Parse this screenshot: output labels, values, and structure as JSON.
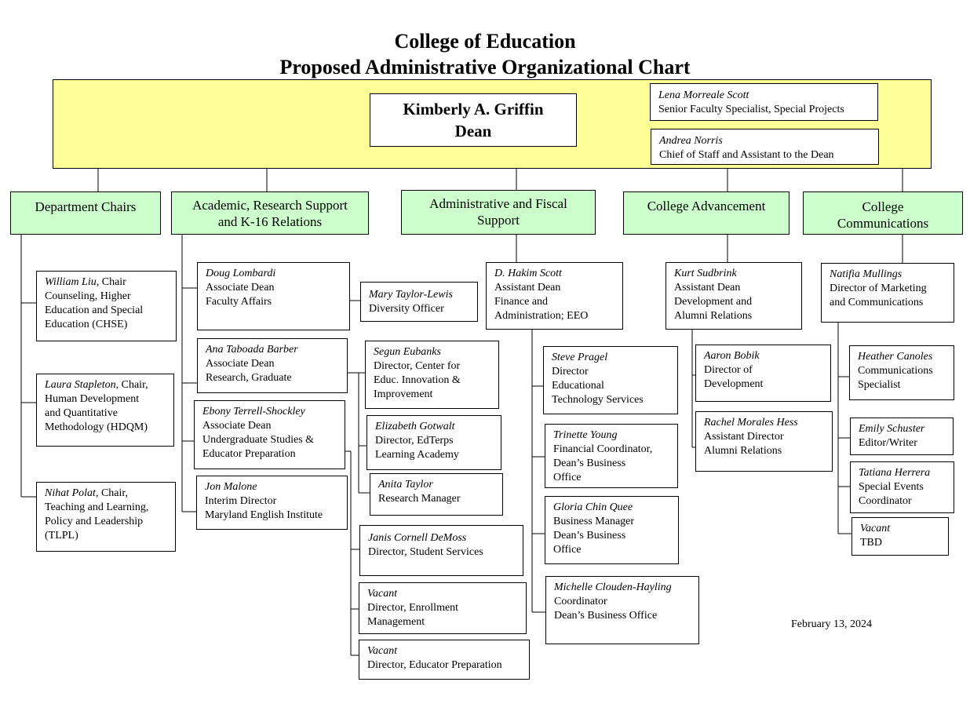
{
  "title": {
    "line1": "College of Education",
    "line2": "Proposed Administrative Organizational Chart"
  },
  "dean": {
    "name": "Kimberly A. Griffin",
    "title": "Dean"
  },
  "dean_staff": [
    {
      "name": "Lena Morreale Scott",
      "lines": [
        "Senior Faculty Specialist, Special Projects"
      ]
    },
    {
      "name": "Andrea Norris",
      "lines": [
        "Chief of Staff and Assistant to the Dean"
      ]
    }
  ],
  "categories": [
    {
      "label": "Department Chairs"
    },
    {
      "label": "Academic, Research Support and K-16 Relations"
    },
    {
      "label": "Administrative and Fiscal Support"
    },
    {
      "label": "College Advancement"
    },
    {
      "label": "College Communications"
    }
  ],
  "department_chairs": [
    {
      "name": "William Liu,",
      "lines": [
        "Chair",
        "Counseling, Higher",
        "Education and Special",
        "Education (CHSE)"
      ]
    },
    {
      "name": "Laura Stapleton,",
      "lines": [
        "Chair,",
        "Human Development",
        "and Quantitative",
        "Methodology (HDQM)"
      ]
    },
    {
      "name": "Nihat Polat,",
      "lines": [
        "Chair,",
        "Teaching and Learning,",
        "Policy and Leadership",
        "(TLPL)"
      ]
    }
  ],
  "academic": {
    "associate_deans": [
      {
        "name": "Doug Lombardi",
        "lines": [
          "Associate Dean",
          "Faculty Affairs"
        ]
      },
      {
        "name": "Ana Taboada Barber",
        "lines": [
          "Associate Dean",
          "Research, Graduate"
        ]
      },
      {
        "name": "Ebony Terrell-Shockley",
        "lines": [
          "Associate Dean",
          "Undergraduate Studies &",
          "Educator Preparation"
        ]
      },
      {
        "name": "Jon Malone",
        "lines": [
          "Interim Director",
          "Maryland English Institute"
        ]
      }
    ],
    "faculty_affairs_staff": [
      {
        "name": "Mary Taylor-Lewis",
        "lines": [
          "Diversity Officer"
        ]
      }
    ],
    "research_staff": [
      {
        "name": "Segun Eubanks",
        "lines": [
          "Director, Center for",
          "Educ. Innovation &",
          "Improvement"
        ]
      },
      {
        "name": "Elizabeth Gotwalt",
        "lines": [
          "Director, EdTerps",
          "Learning Academy"
        ]
      },
      {
        "name": "Anita Taylor",
        "lines": [
          "Research Manager"
        ]
      }
    ],
    "undergrad_staff": [
      {
        "name": "Janis Cornell DeMoss",
        "lines": [
          "Director, Student Services"
        ]
      },
      {
        "name": "Vacant",
        "lines": [
          "Director, Enrollment",
          "Management"
        ]
      },
      {
        "name": "Vacant",
        "lines": [
          "Director, Educator Preparation"
        ]
      }
    ]
  },
  "admin_fiscal": {
    "head": {
      "name": "D. Hakim Scott",
      "lines": [
        "Assistant Dean",
        "Finance and",
        "Administration; EEO"
      ]
    },
    "staff": [
      {
        "name": "Steve Pragel",
        "lines": [
          "Director",
          "Educational",
          "Technology Services"
        ]
      },
      {
        "name": "Trinette Young",
        "lines": [
          "Financial Coordinator,",
          "Dean’s Business",
          "Office"
        ]
      },
      {
        "name": "Gloria Chin Quee",
        "lines": [
          "Business Manager",
          "Dean’s Business",
          "Office"
        ]
      },
      {
        "name": "Michelle Clouden-Hayling",
        "lines": [
          "Coordinator",
          "Dean’s Business Office"
        ]
      }
    ]
  },
  "advancement": {
    "head": {
      "name": "Kurt Sudbrink",
      "lines": [
        "Assistant Dean",
        "Development and",
        "Alumni Relations"
      ]
    },
    "staff": [
      {
        "name": "Aaron Bobik",
        "lines": [
          "Director of",
          "Development"
        ]
      },
      {
        "name": "Rachel Morales Hess",
        "lines": [
          "Assistant Director",
          "Alumni Relations"
        ]
      }
    ]
  },
  "communications": {
    "head": {
      "name": "Natifia Mullings",
      "lines": [
        "Director of Marketing",
        "and Communications"
      ]
    },
    "staff": [
      {
        "name": "Heather Canoles",
        "lines": [
          "Communications",
          "Specialist"
        ]
      },
      {
        "name": "Emily Schuster",
        "lines": [
          "Editor/Writer"
        ]
      },
      {
        "name": "Tatiana Herrera",
        "lines": [
          "Special Events",
          "Coordinator"
        ]
      },
      {
        "name": "Vacant",
        "lines": [
          "TBD"
        ]
      }
    ]
  },
  "date": "February 13, 2024"
}
